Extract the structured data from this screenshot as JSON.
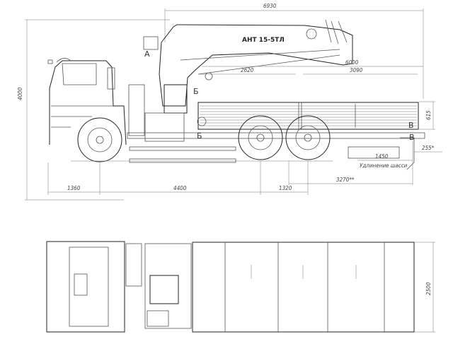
{
  "crane_model": "АНТ 15-5ТЛ",
  "side_view": {
    "dimensions": {
      "overall_length": "6930",
      "overall_height": "4000",
      "body_length": "6000",
      "body_section_1": "2620",
      "body_section_2": "3090",
      "side_height": "615",
      "departure_angle": "255*",
      "chassis_extension": "1450",
      "chassis_extension_label": "Удлинение шасси",
      "rear_overhang": "3270**",
      "front_overhang": "1360",
      "wheelbase": "4400",
      "bogie_spacing": "1320"
    },
    "markers": {
      "a": "А",
      "b1": "Б",
      "b2": "Б",
      "v1": "В",
      "v2": "В"
    }
  },
  "top_view": {
    "dimensions": {
      "width": "2500"
    }
  }
}
